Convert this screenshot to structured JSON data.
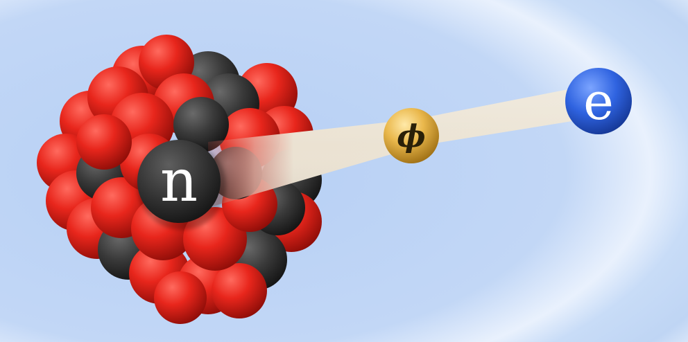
{
  "particles": {
    "neutron": {
      "symbol": "n",
      "color": "#3a3a3a"
    },
    "mediator": {
      "symbol": "ϕ",
      "color": "#e8b84a"
    },
    "electron": {
      "symbol": "e",
      "color": "#2f63e0"
    }
  },
  "colors": {
    "background": "#c4d8f4",
    "proton": "#e4241c",
    "nucleus_dark": "#333333",
    "tube": "#eae3d2"
  }
}
